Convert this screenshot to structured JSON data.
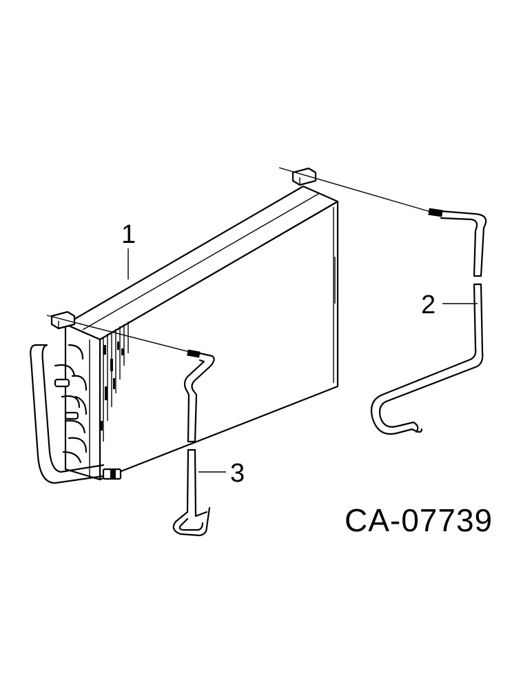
{
  "callouts": [
    {
      "id": "1",
      "label": "1"
    },
    {
      "id": "2",
      "label": "2"
    },
    {
      "id": "3",
      "label": "3"
    }
  ],
  "drawing_code": "CA-07739"
}
